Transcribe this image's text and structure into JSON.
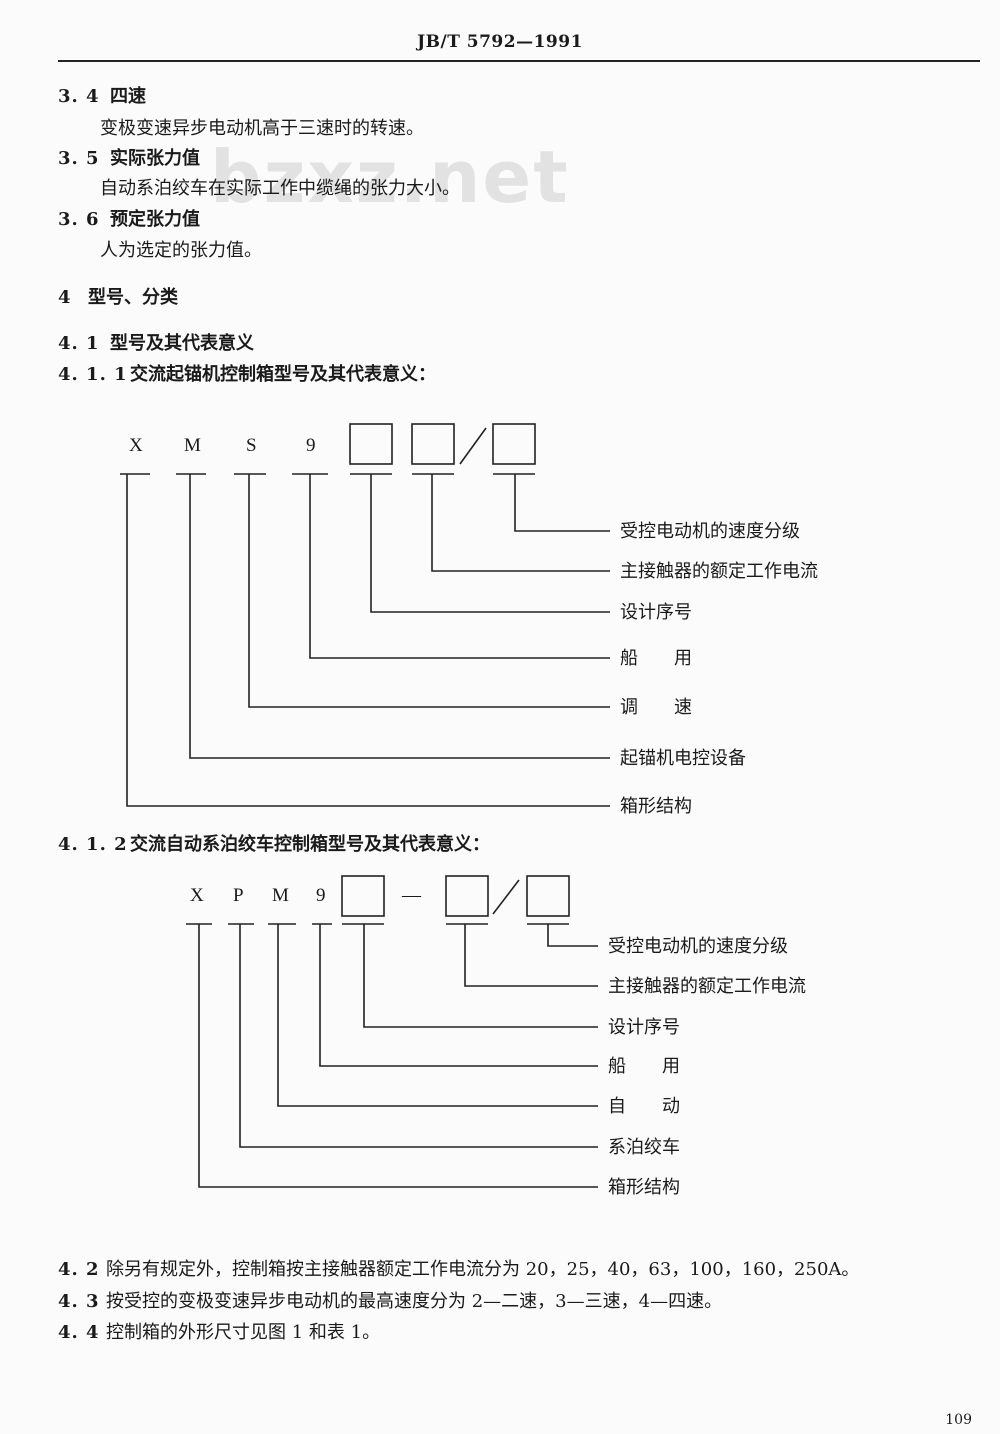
{
  "header": {
    "code": "JB/T 5792—1991"
  },
  "watermark": "bzxz.net",
  "sections": {
    "s3_4": {
      "num": "3. 4",
      "title": "四速",
      "body": "变极变速异步电动机高于三速时的转速。"
    },
    "s3_5": {
      "num": "3. 5",
      "title": "实际张力值",
      "body": "自动系泊绞车在实际工作中缆绳的张力大小。"
    },
    "s3_6": {
      "num": "3. 6",
      "title": "预定张力值",
      "body": "人为选定的张力值。"
    },
    "s4": {
      "num": "4",
      "title": "型号、分类"
    },
    "s4_1": {
      "num": "4. 1",
      "title": "型号及其代表意义"
    },
    "s4_1_1": {
      "num": "4. 1. 1",
      "title": "交流起锚机控制箱型号及其代表意义："
    },
    "s4_1_2": {
      "num": "4. 1. 2",
      "title": "交流自动系泊绞车控制箱型号及其代表意义："
    },
    "s4_2": {
      "num": "4. 2",
      "body": "除另有规定外，控制箱按主接触器额定工作电流分为 20，25，40，63，100，160，250A。"
    },
    "s4_3": {
      "num": "4. 3",
      "body": "按受控的变极变速异步电动机的最高速度分为 2—二速，3—三速，4—四速。"
    },
    "s4_4": {
      "num": "4. 4",
      "body": "控制箱的外形尺寸见图 1 和表 1。"
    }
  },
  "diagram1": {
    "letters": [
      "X",
      "M",
      "S",
      "9"
    ],
    "separator": "/",
    "labels": [
      "受控电动机的速度分级",
      "主接触器的额定工作电流",
      "设计序号",
      "船　　用",
      "调　　速",
      "起锚机电控设备",
      "箱形结构"
    ]
  },
  "diagram2": {
    "letters": [
      "X",
      "P",
      "M",
      "9"
    ],
    "dash": "—",
    "separator": "/",
    "labels": [
      "受控电动机的速度分级",
      "主接触器的额定工作电流",
      "设计序号",
      "船　　用",
      "自　　动",
      "系泊绞车",
      "箱形结构"
    ]
  },
  "page_number": "109"
}
